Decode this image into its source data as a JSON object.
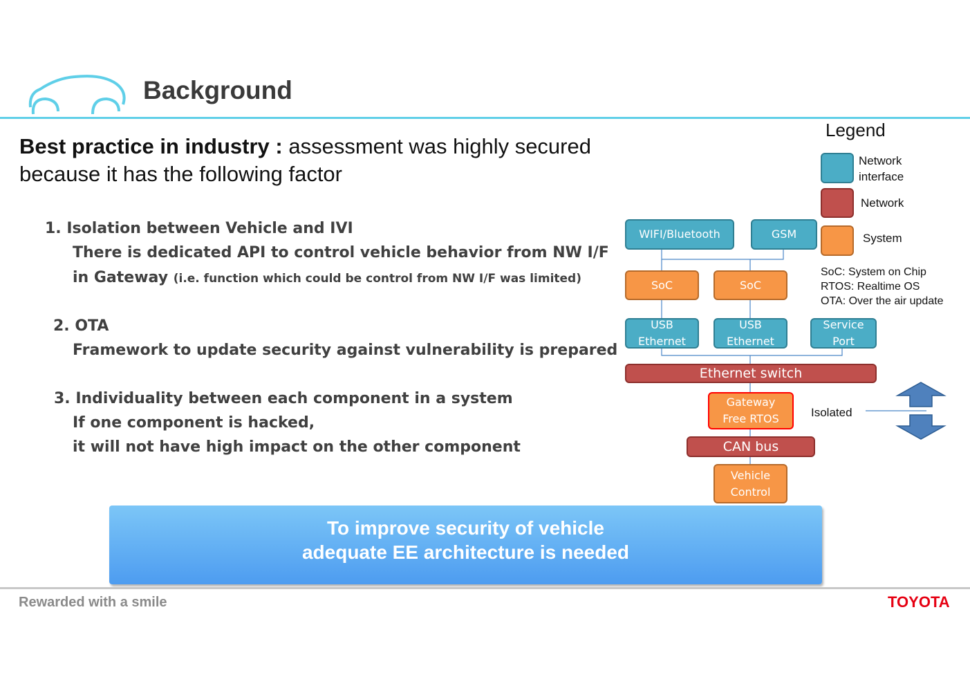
{
  "header": {
    "title": "Background"
  },
  "lead": {
    "bold": "Best practice in industry :",
    "rest": " assessment was highly secured",
    "line2": "because it has the following factor"
  },
  "points": [
    {
      "heading": "1. Isolation between Vehicle and IVI",
      "line1": "There is dedicated API to control vehicle behavior from NW I/F",
      "line2_main": "in Gateway",
      "line2_small": "(i.e. function which could be control from NW I/F was limited)"
    },
    {
      "heading": "2. OTA",
      "line1": "Framework to update security against vulnerability is prepared"
    },
    {
      "heading": "3. Individuality between each component in a system",
      "line1": "If one component is hacked,",
      "line2": "it will not have high impact on the other component"
    }
  ],
  "diagram": {
    "wifi": "WIFI/Bluetooth",
    "gsm": "GSM",
    "soc1": "SoC",
    "soc2": "SoC",
    "usb1": "USB\nEthernet",
    "usb2": "USB\nEthernet",
    "service": "Service\nPort",
    "eth_switch": "Ethernet switch",
    "gateway": "Gateway\nFree RTOS",
    "can": "CAN bus",
    "vehicle": "Vehicle\nControl",
    "isolated": "Isolated"
  },
  "legend": {
    "title": "Legend",
    "items": [
      {
        "label": "Network\ninterface",
        "color": "#4badc6"
      },
      {
        "label": "Network",
        "color": "#c0504d"
      },
      {
        "label": "System",
        "color": "#f79646"
      }
    ],
    "abbrev": [
      "SoC: System on Chip",
      "RTOS: Realtime OS",
      "OTA: Over the air update"
    ]
  },
  "banner": {
    "line1": "To improve security of vehicle",
    "line2": "adequate EE architecture is needed"
  },
  "footer": {
    "slogan": "Rewarded with a smile",
    "brand": "TOYOTA"
  },
  "colors": {
    "accent": "#5fcfe8",
    "network_interface": "#4badc6",
    "network": "#c0504d",
    "system": "#f79646",
    "brand": "#e60012"
  }
}
